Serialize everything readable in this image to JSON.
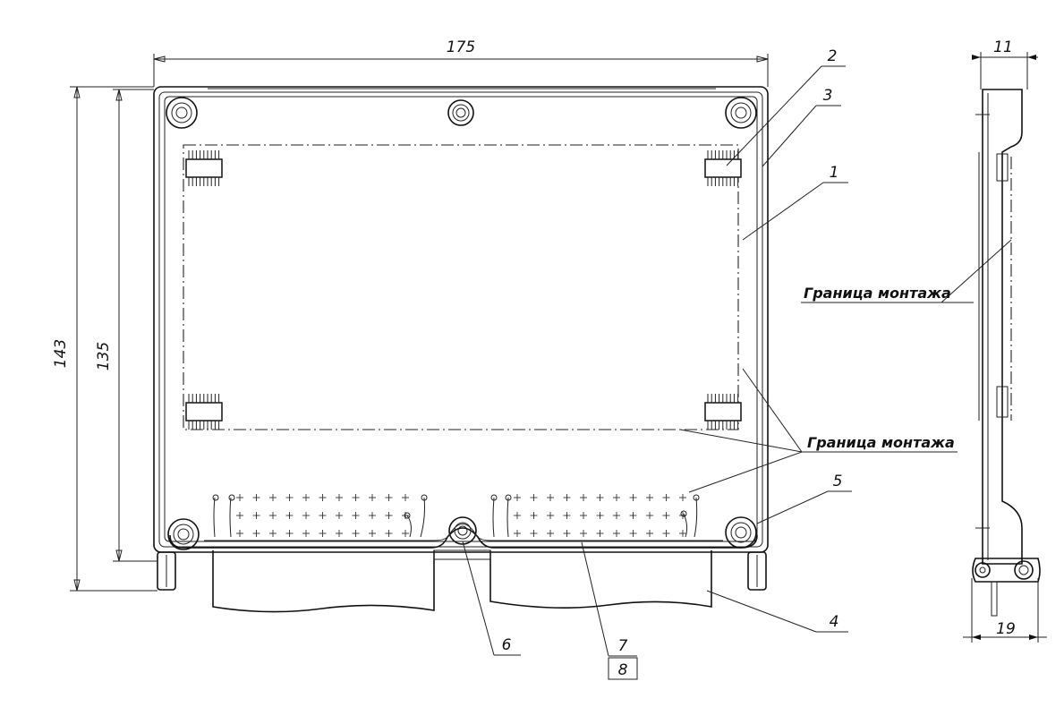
{
  "dimensions": {
    "width": "175",
    "height_outer": "143",
    "height_inner": "135",
    "side_top": "11",
    "side_bottom": "19"
  },
  "callouts": {
    "c1": "1",
    "c2": "2",
    "c3": "3",
    "c4": "4",
    "c5": "5",
    "c6": "6",
    "c7": "7",
    "c8": "8"
  },
  "notes": {
    "mounting_boundary_front": "Граница монтажа",
    "mounting_boundary_side": "Граница монтажа"
  }
}
